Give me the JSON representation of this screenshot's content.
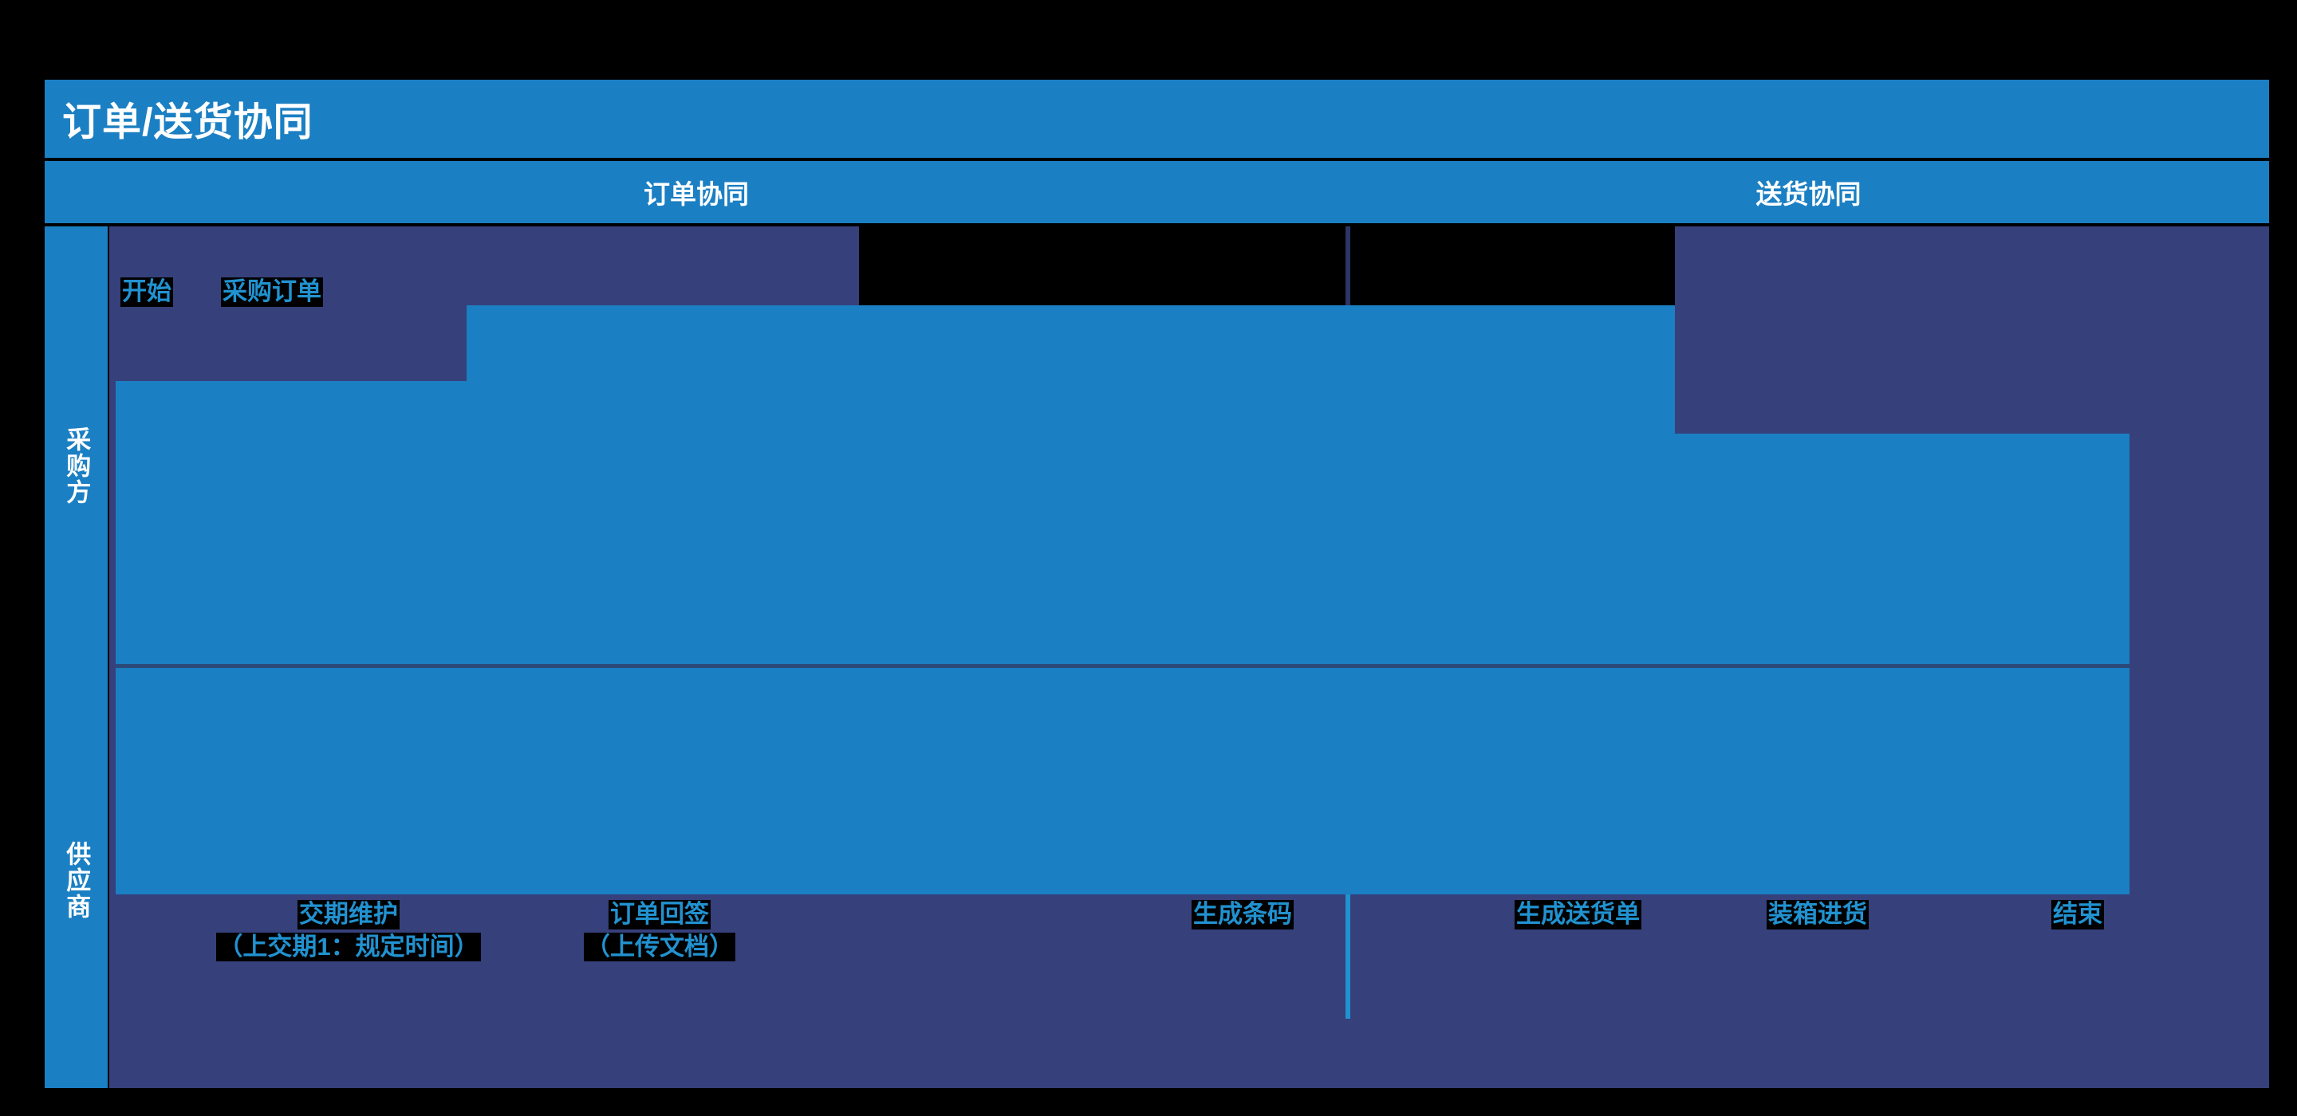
{
  "page": {
    "title": "订单/送货协同",
    "background_color": "#000000",
    "accent_color": "#1b7fc3",
    "panel_color": "#36407b",
    "label_color": "#2192d0",
    "mask_color": "#000000"
  },
  "phases": [
    {
      "label": "订单协同",
      "name": "order-collaboration"
    },
    {
      "label": "送货协同",
      "name": "delivery-collaboration"
    }
  ],
  "lanes": [
    {
      "label": "采购方",
      "name": "buyer"
    },
    {
      "label": "供应商",
      "name": "supplier"
    }
  ],
  "nodes": {
    "start": {
      "label": "开始"
    },
    "purchase_order": {
      "label": "采购订单"
    },
    "delivery_date": {
      "label": "交期维护",
      "sub": "（上交期1：规定时间）"
    },
    "order_signback": {
      "label": "订单回签",
      "sub": "（上传文档）"
    },
    "generate_barcode": {
      "label": "生成条码"
    },
    "delivery_note": {
      "label": "生成送货单"
    },
    "packing_inbound": {
      "label": "装箱进货"
    },
    "end": {
      "label": "结束"
    }
  }
}
